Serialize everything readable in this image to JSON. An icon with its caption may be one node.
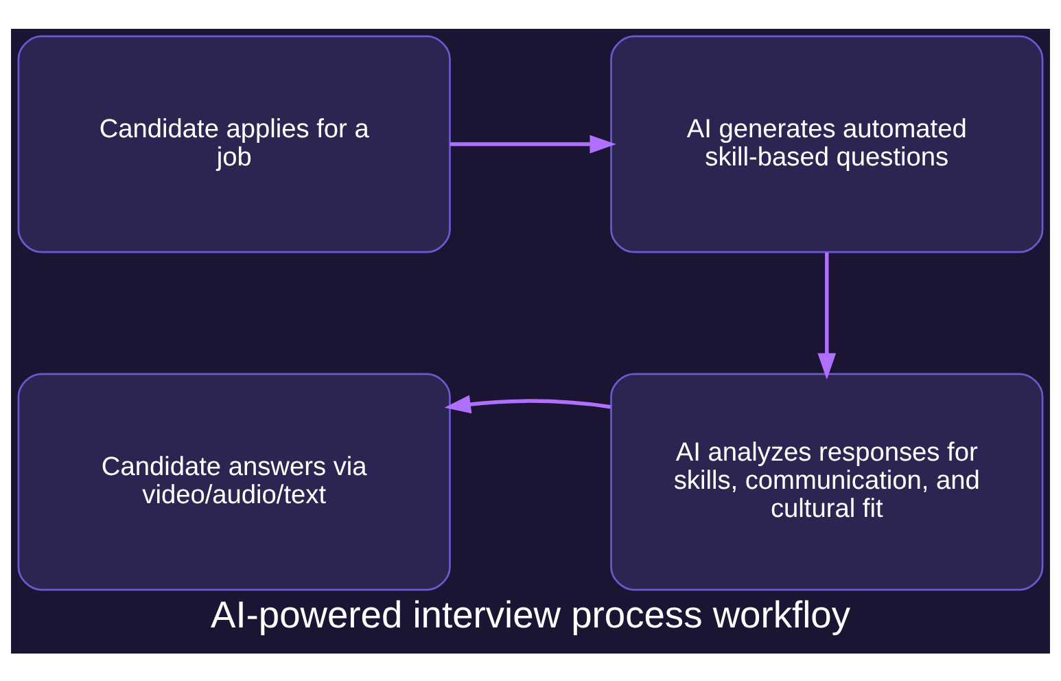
{
  "diagram": {
    "caption": "AI-powered interview process workfloy",
    "nodes": [
      {
        "text": [
          "Candidate applies for a job"
        ]
      },
      {
        "text": [
          "AI generates automated skill-based questions"
        ]
      },
      {
        "text": [
          "Candidate answers via video/audio/text"
        ]
      },
      {
        "text": [
          "AI analyzes responses for skills, communication, and cultural fit"
        ]
      }
    ],
    "edges": [
      {
        "from": 0,
        "to": 1,
        "arrow": "to"
      },
      {
        "from": 1,
        "to": 3,
        "arrow": "to"
      },
      {
        "from": 3,
        "to": 2,
        "arrow": "to"
      }
    ]
  }
}
